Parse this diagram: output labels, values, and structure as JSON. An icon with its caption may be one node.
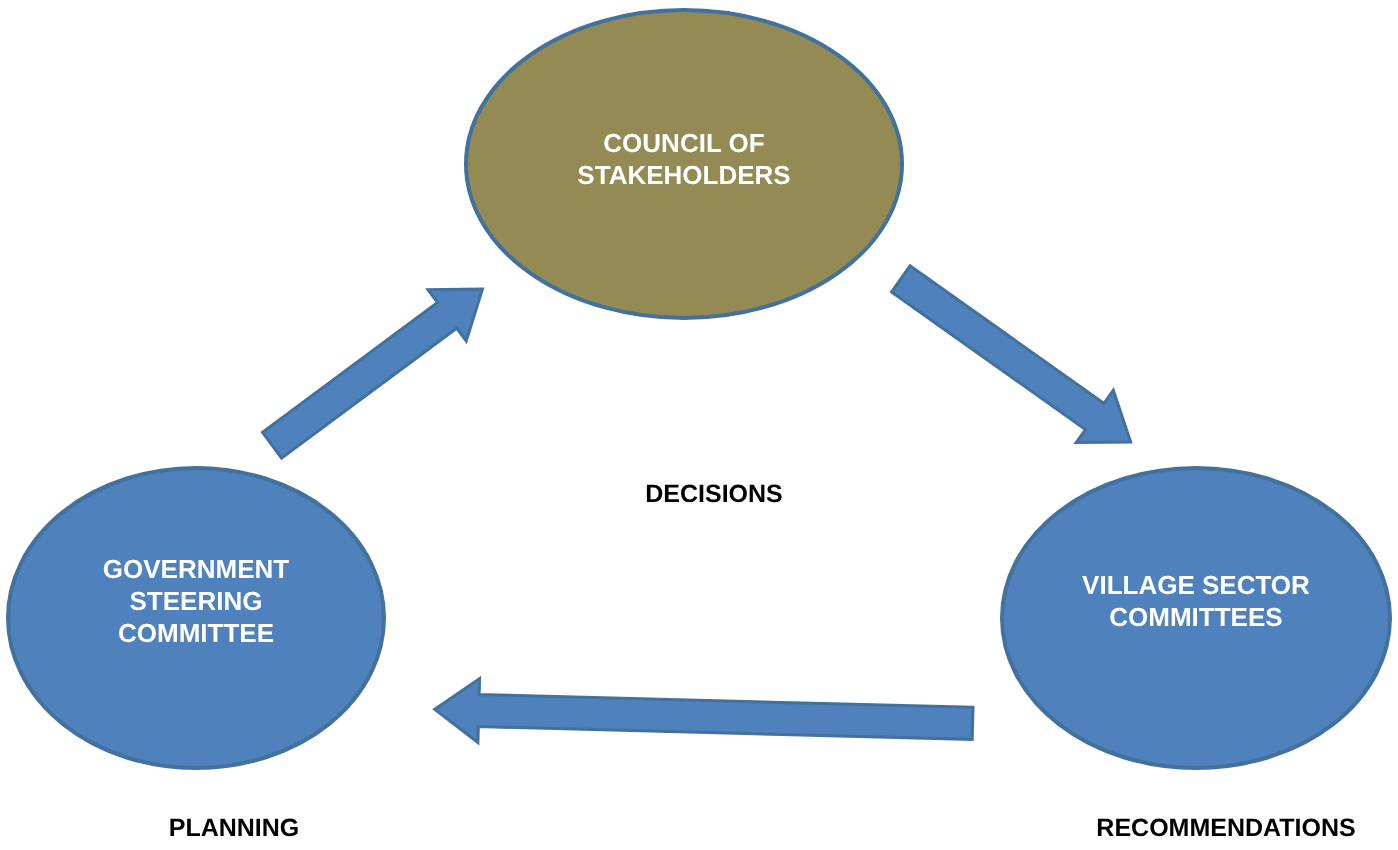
{
  "diagram": {
    "nodes": [
      {
        "text": [
          "COUNCIL OF STAKEHOLDERS"
        ]
      },
      {
        "text": [
          "GOVERNMENT STEERING COMMITTEE"
        ]
      },
      {
        "text": [
          "VILLAGE SECTOR COMMITTEES"
        ]
      }
    ],
    "labels": [
      "DECISIONS",
      "PLANNING",
      "RECOMMENDATIONS"
    ],
    "edges": [
      {
        "from": 1,
        "to": 0,
        "arrow": "to"
      },
      {
        "from": 0,
        "to": 2,
        "arrow": "to"
      },
      {
        "from": 2,
        "to": 1,
        "arrow": "to"
      }
    ]
  }
}
